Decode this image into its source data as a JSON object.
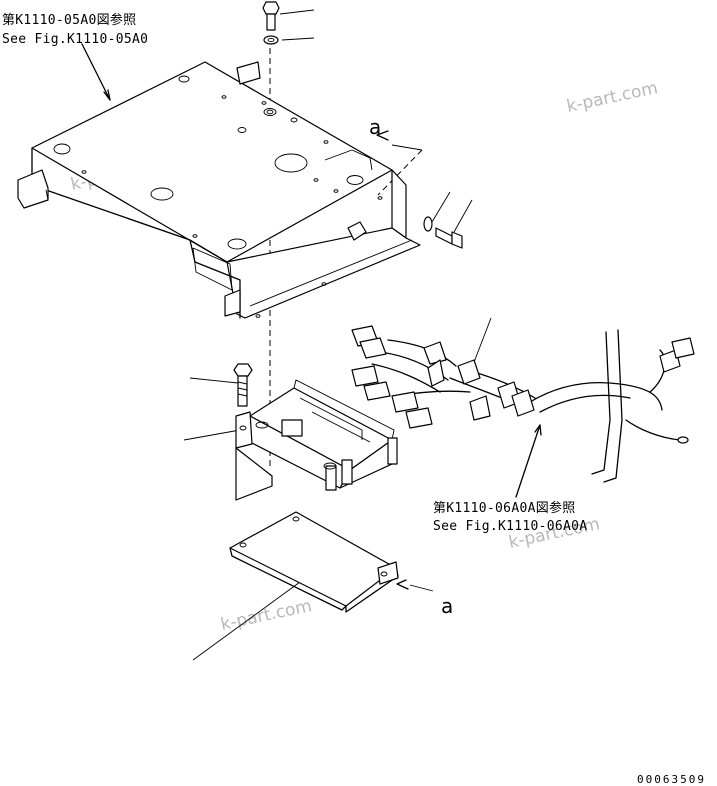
{
  "references": {
    "top_jp": "第K1110-05A0図参照",
    "top_en": "See Fig.K1110-05A0",
    "right_jp": "第K1110-06A0A図参照",
    "right_en": "See Fig.K1110-06A0A"
  },
  "callouts": {
    "section_a_top": "a",
    "section_a_bottom": "a"
  },
  "watermarks": [
    "k-part.com",
    "k-part.com",
    "k-part.com",
    "k-part.com"
  ],
  "illustration_number": "00063509",
  "components": [
    "support-plate",
    "top-bolt",
    "top-washer",
    "side-bolt",
    "side-washer",
    "controller-mount-bolt",
    "controller",
    "controller-bracket",
    "controller-cover",
    "wiring-harness"
  ]
}
